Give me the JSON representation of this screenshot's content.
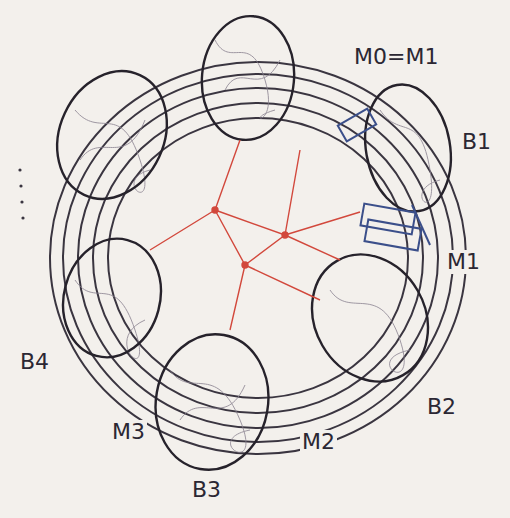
{
  "diagram": {
    "labels": [
      "M0=M1",
      "B1",
      "M1",
      "B2",
      "M2",
      "M3",
      "B3",
      "B4"
    ]
  }
}
